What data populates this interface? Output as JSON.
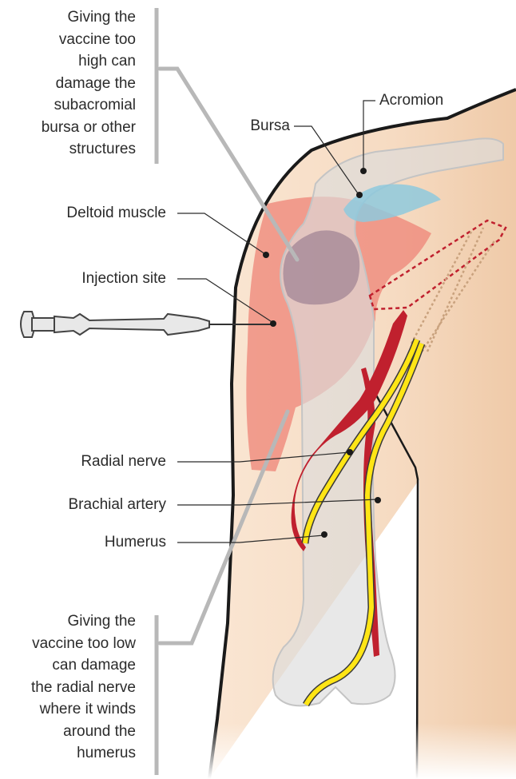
{
  "warnings": {
    "high": [
      "Giving the",
      "vaccine too",
      "high can",
      "damage the",
      "subacromial",
      "bursa or other",
      "structures"
    ],
    "low": [
      "Giving the",
      "vaccine too low",
      "can damage",
      "the radial nerve",
      "where it winds",
      "around the",
      "humerus"
    ]
  },
  "labels": {
    "acromion": "Acromion",
    "bursa": "Bursa",
    "deltoid": "Deltoid muscle",
    "injection_site": "Injection site",
    "radial_nerve": "Radial nerve",
    "brachial_artery": "Brachial artery",
    "humerus": "Humerus"
  },
  "colors": {
    "skin": "#f6dcc3",
    "deltoid": "#ef8a7c",
    "bursa": "#8ec9dd",
    "bone": "#d9d9d9",
    "artery": "#c0202e",
    "nerve": "#ffe515",
    "bracket": "#b8b8b8",
    "outline": "#1a1a1a"
  }
}
